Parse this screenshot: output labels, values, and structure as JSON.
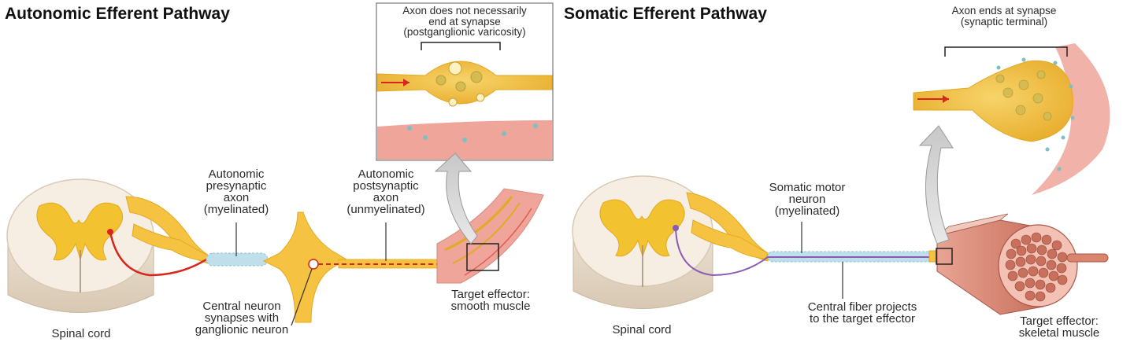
{
  "left": {
    "title": "Autonomic Efferent Pathway",
    "inset_caption": "Axon does not necessarily\nend at synapse\n(postganglionic varicosity)",
    "presynaptic_label": "Autonomic\npresynaptic\naxon\n(myelinated)",
    "postsynaptic_label": "Autonomic\npostsynaptic\naxon\n(unmyelinated)",
    "central_neuron_label": "Central neuron\nsynapses with\nganglionic neuron",
    "target_label": "Target effector:\nsmooth muscle",
    "spinal_cord_label": "Spinal cord"
  },
  "right": {
    "title": "Somatic Efferent Pathway",
    "inset_caption": "Axon ends at synapse\n(synaptic terminal)",
    "motor_neuron_label": "Somatic motor\nneuron\n(myelinated)",
    "central_fiber_label": "Central fiber projects\nto the target effector",
    "target_label": "Target effector:\nskeletal muscle",
    "spinal_cord_label": "Spinal cord"
  },
  "colors": {
    "nerve_yellow": "#F5C242",
    "gray_matter": "#F2C230",
    "spinal_white": "#F6EEE2",
    "axon_red": "#D9261C",
    "motor_purple": "#8A5BB5",
    "muscle_pink": "#EFA59A",
    "myelin_blue": "#BFE0EA"
  }
}
